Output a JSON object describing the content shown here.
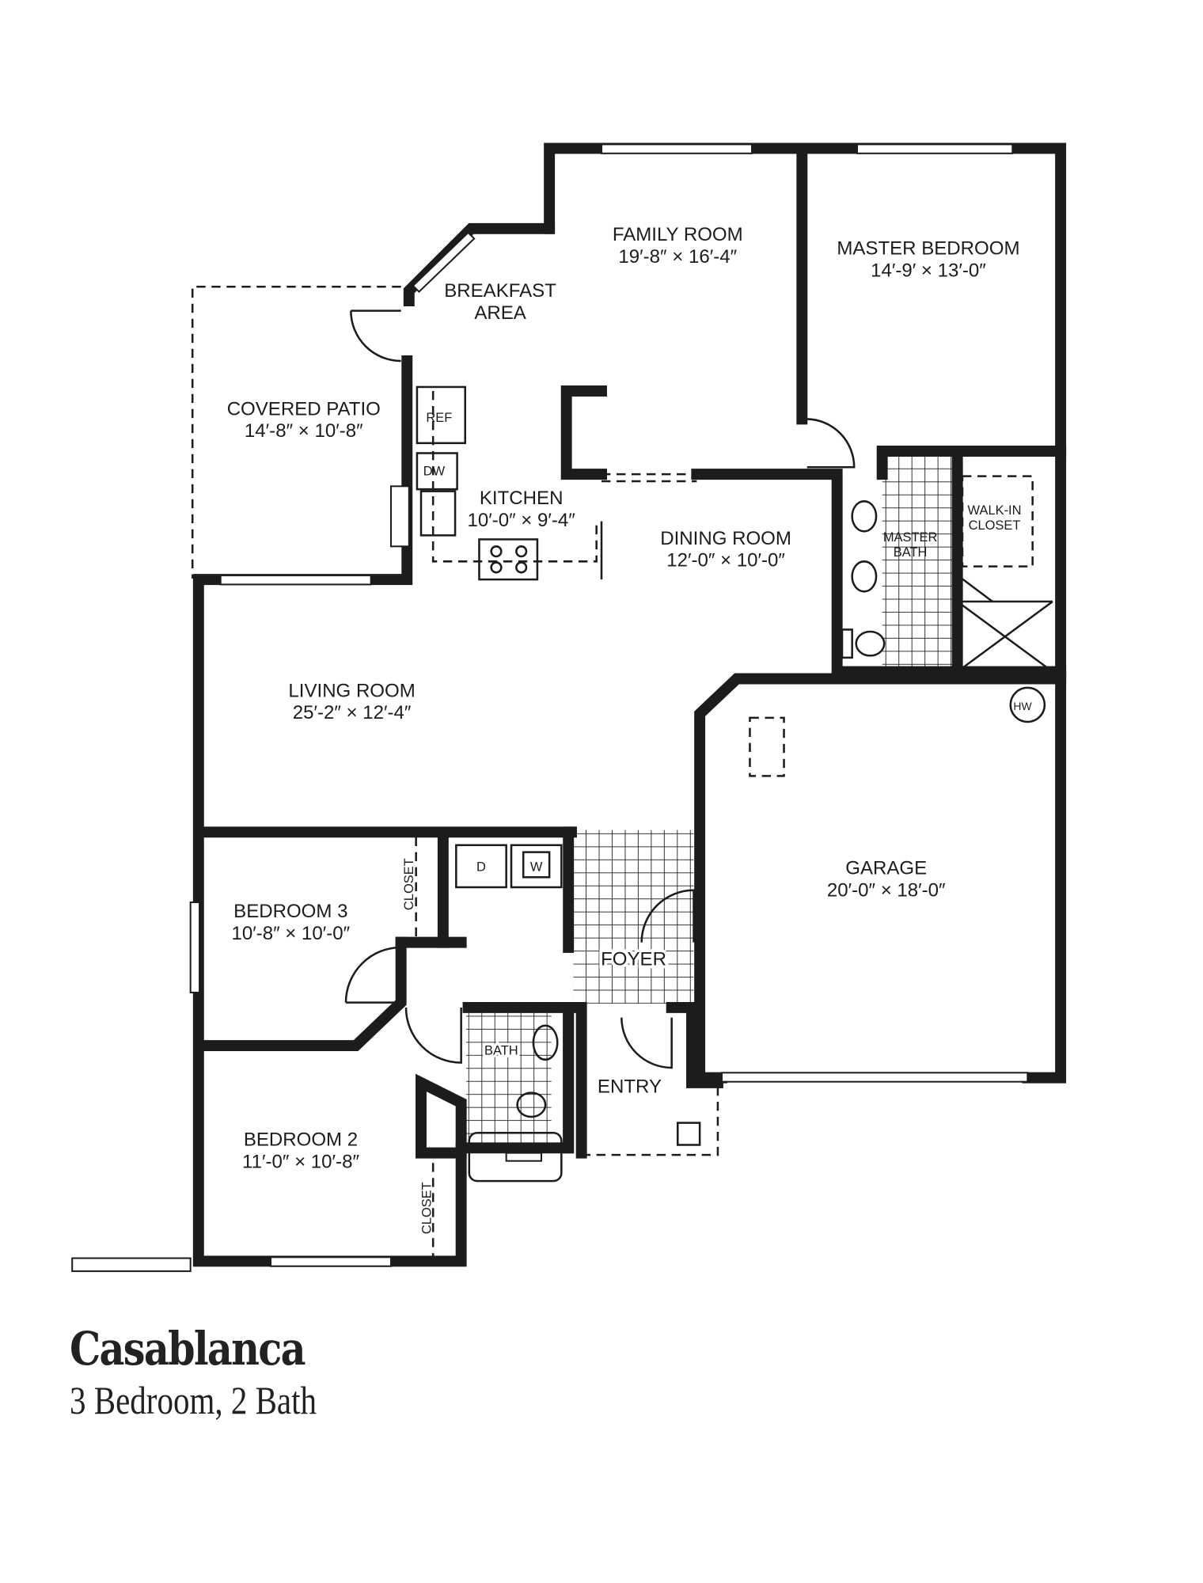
{
  "plan": {
    "name": "Casablanca",
    "summary": "3 Bedroom, 2 Bath"
  },
  "rooms": {
    "family_room": {
      "name": "FAMILY ROOM",
      "size": "19′-8″ × 16′-4″"
    },
    "master_bedroom": {
      "name": "MASTER BEDROOM",
      "size": "14′-9′ × 13′-0″"
    },
    "breakfast_area": {
      "name1": "BREAKFAST",
      "name2": "AREA"
    },
    "covered_patio": {
      "name": "COVERED PATIO",
      "size": "14′-8″ × 10′-8″"
    },
    "kitchen": {
      "name": "KITCHEN",
      "size": "10′-0″ × 9′-4″"
    },
    "dining_room": {
      "name": "DINING ROOM",
      "size": "12′-0″ × 10′-0″"
    },
    "master_bath": {
      "name1": "MASTER",
      "name2": "BATH"
    },
    "walk_in_closet": {
      "name1": "WALK-IN",
      "name2": "CLOSET"
    },
    "living_room": {
      "name": "LIVING ROOM",
      "size": "25′-2″ × 12′-4″"
    },
    "garage": {
      "name": "GARAGE",
      "size": "20′-0″ × 18′-0″"
    },
    "bedroom3": {
      "name": "BEDROOM 3",
      "size": "10′-8″ × 10′-0″"
    },
    "bedroom2": {
      "name": "BEDROOM 2",
      "size": "11′-0″ × 10′-8″"
    },
    "foyer": {
      "name": "FOYER"
    },
    "entry": {
      "name": "ENTRY"
    },
    "bath": {
      "name": "BATH"
    },
    "closet3": {
      "name": "CLOSET"
    },
    "closet2": {
      "name": "CLOSET"
    }
  },
  "fixtures": {
    "ref": "REF",
    "dw": "DW",
    "dryer": "D",
    "washer": "W",
    "water_heater": "HW"
  }
}
